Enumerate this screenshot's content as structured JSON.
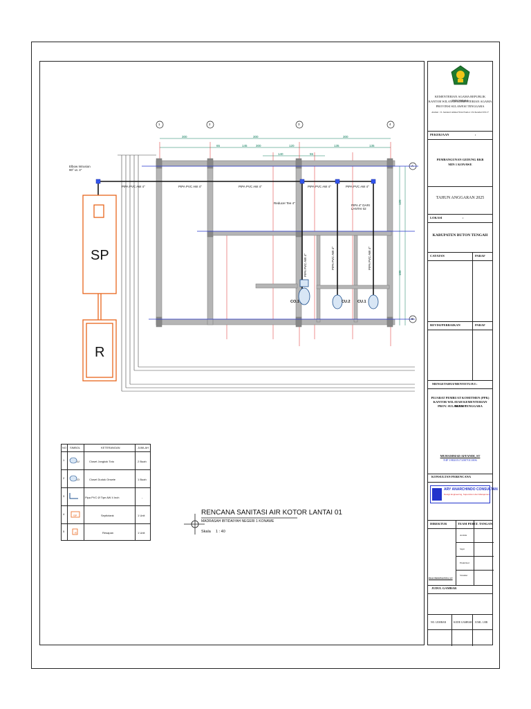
{
  "drawing": {
    "title": "RENCANA SANITASI AIR KOTOR LANTAI 01",
    "subtitle": "MADRASAH IBTIDAIYAH NEGERI 1 KONAWE",
    "scale_label": "Skala",
    "scale_value": "1 : 40"
  },
  "plan": {
    "grid_top": [
      "1",
      "2",
      "3",
      "4"
    ],
    "grid_right": [
      "A",
      "B"
    ],
    "dims_top_row1": [
      "300",
      "300",
      "300"
    ],
    "dims_top_row2": [
      "65",
      "145",
      "300",
      "120",
      "135",
      "135"
    ],
    "dims_top_row3": [
      "140",
      "55"
    ],
    "dims_right": [
      "120",
      "180"
    ],
    "labels": {
      "elbow": "Elbow Intrusion\n90° ut. 4\"",
      "pipe1": "PIPA PVC AW 4\"",
      "pipe2": "PIPA PVC AW 4\"",
      "pipe3": "PIPA PVC AW 4\"",
      "pipe4": "PIPA PVC AW 4\"",
      "pipe5": "PIPA PVC AW 4\"",
      "reducer": "Reducer Tee 4\"",
      "pipa_dari": "PIPA 4\" DARI\nLANTAI 02",
      "vpipe1": "PIPA PVC AW 4\"",
      "vpipe2": "PIPA PVC AW 4\"",
      "vpipe3": "PIPA PVC AW 4\"",
      "co1": "CO.1",
      "cu2": "CU.2",
      "cu1": "CU.1",
      "sp": "SP",
      "r": "R"
    }
  },
  "legend": {
    "headers": [
      "NO",
      "SIMBOL",
      "KETERANGAN",
      "JUMLAH"
    ],
    "rows": [
      {
        "no": "1",
        "code": "CU",
        "desc": "Closet Jongkok Toto",
        "qty": "2 Buah"
      },
      {
        "no": "2",
        "code": "CO",
        "desc": "Closet Duduk Onsete",
        "qty": "1 Buah"
      },
      {
        "no": "3",
        "code": "",
        "desc": "Pipa PVC Ø Tipe AW 4 Inch",
        "qty": "-"
      },
      {
        "no": "4",
        "code": "SP",
        "desc": "Septictank",
        "qty": "1 Unit"
      },
      {
        "no": "5",
        "code": "R",
        "desc": "Resapan",
        "qty": "1 Unit"
      }
    ]
  },
  "title_block": {
    "agency_lines": [
      "KEMENTERIAN AGAMA REPUBLIK INDONESIA",
      "KANTOR WILAYAH KEMENTERIAN AGAMA",
      "PROVINSI SULAWESI TENGGARA",
      "Alamat : Jl. Jenderal Ahmad Yani Nomor 134 Kendari 93117"
    ],
    "pekerjaan_label": "PEKERJAAN",
    "pekerjaan_value": [
      "PEMBANGUNAN GEDUNG RKB",
      "MIN 1 KONAWE"
    ],
    "tahun": "TAHUN ANGGARAN 2025",
    "lokasi_label": "LOKASI",
    "lokasi_value": "KABUPATEN BUTON TENGAH",
    "catatan_label": "CATATAN",
    "paraf_label_1": "PARAF",
    "revisi_label": "REVISI/PERBAIKAN",
    "paraf_label_2": "PARAF",
    "mengetahui_label": "MENGETAHUI/MENYETUJUI :",
    "pejabat_lines": [
      "PEJABAT PEMBUAT KOMITMEN (PPK)",
      "KANTOR WILAYAH KEMENTERIAN AGAMA",
      "PROV. SULAWESI TENGGARA"
    ],
    "official_name": "MUHAMMAD AFFANDI, ST",
    "official_nip": "NIP 198205172007011006",
    "konsultan_label": "KONSULTAN PERENCANA",
    "consultant_name": "ARY ANARCHINDO CONSULTAN",
    "consultant_tagline": "Design Engineering, Supervision dan Manajemen",
    "direktur_label": "DIREKTUR",
    "team_label": "TEAM PERC.",
    "ttangan_label": "T. TANGAN",
    "team_roles": [
      "Arsitek",
      "Sipil",
      "Elektrikal",
      "Struktur"
    ],
    "director_name": "EKO BUDIYANTO, ST",
    "judul_label": "JUDUL GAMBAR",
    "no_lembar": "NO. LEMBAR",
    "kode_gambar": "KODE GAMBAR",
    "juml_lbr": "JUML. LBR"
  }
}
